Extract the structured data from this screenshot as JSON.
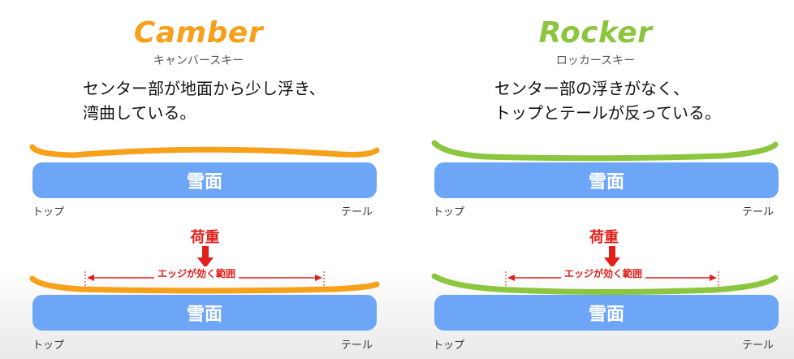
{
  "camber": {
    "title": "Camber",
    "subtitle": "キャンバースキー",
    "description": "センター部が地面から少し浮き、\n湾曲している。",
    "snow_label": "雪面",
    "top_label": "トップ",
    "tail_label": "テール",
    "load_label": "荷重",
    "edge_label": "エッジが効く範囲",
    "color": "#f7a11a"
  },
  "rocker": {
    "title": "Rocker",
    "subtitle": "ロッカースキー",
    "description": "センター部の浮きがなく、\nトップとテールが反っている。",
    "snow_label": "雪面",
    "top_label": "トップ",
    "tail_label": "テール",
    "load_label": "荷重",
    "edge_label": "エッジが効く範囲",
    "color": "#8cc63f"
  },
  "colors": {
    "snow": "#6ea6f7",
    "arrow": "#e0201b"
  }
}
